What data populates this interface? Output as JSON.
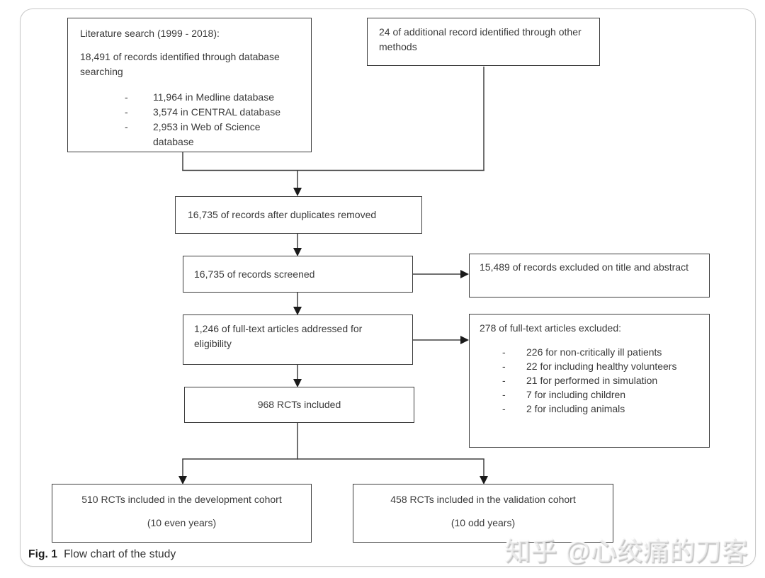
{
  "figure": {
    "caption_label": "Fig. 1",
    "caption_text": "Flow chart of the study",
    "watermark": "知乎 @心绞痛的刀客"
  },
  "flowchart": {
    "list_dash": "-",
    "boxes": {
      "literature_search": {
        "title": "Literature search (1999 - 2018):",
        "body": "18,491 of records identified through database searching",
        "items": [
          "11,964 in Medline database",
          "3,574 in CENTRAL database",
          "2,953 in Web of Science database"
        ]
      },
      "additional_records": {
        "text": "24 of additional record identified through other methods"
      },
      "after_duplicates": {
        "text": "16,735 of records after duplicates removed"
      },
      "screened": {
        "text": "16,735 of records screened"
      },
      "excluded_title_abstract": {
        "text": "15,489 of records excluded on title and abstract"
      },
      "fulltext_assessed": {
        "text": "1,246 of full-text articles addressed for eligibility"
      },
      "fulltext_excluded": {
        "title": "278 of full-text articles excluded:",
        "items": [
          "226 for non-critically ill patients",
          "22 for including healthy volunteers",
          "21 for performed in simulation",
          "7 for including children",
          "2 for including animals"
        ]
      },
      "rcts_included": {
        "text": "968 RCTs included"
      },
      "development_cohort": {
        "line1": "510 RCTs included in the development cohort",
        "line2": "(10 even years)"
      },
      "validation_cohort": {
        "line1": "458 RCTs included in the validation cohort",
        "line2": "(10 odd years)"
      }
    },
    "colors": {
      "box_border": "#3c3c3c",
      "connector_line": "#404040",
      "text": "#3a3a3a",
      "card_border": "#c8c8c8"
    }
  }
}
